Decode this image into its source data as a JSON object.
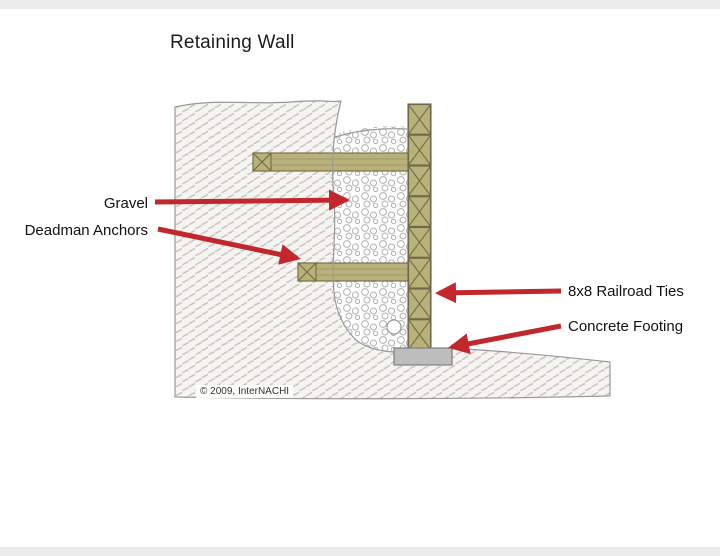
{
  "title": "Retaining Wall",
  "callouts": {
    "gravel": "Gravel",
    "deadman_anchors": "Deadman Anchors",
    "railroad_ties": "8x8 Railroad Ties",
    "concrete_footing": "Concrete Footing"
  },
  "footer": {
    "copyright": "© 2009, InterNACHI"
  },
  "colors": {
    "arrow": "#c1272d",
    "tie_fill": "#b8b17a",
    "tie_stroke": "#6e6a45",
    "outline": "#999999",
    "footing_fill": "#bdbdbd",
    "footing_stroke": "#7d7d7d"
  }
}
